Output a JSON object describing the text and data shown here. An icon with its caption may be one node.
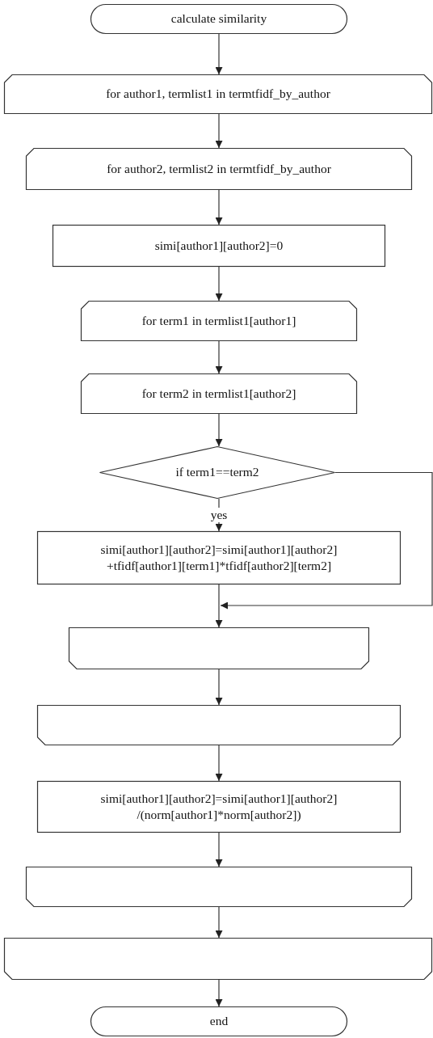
{
  "diagram": {
    "nodes": [
      {
        "text": [
          "calculate similarity"
        ]
      },
      {
        "text": [
          "for author1, termlist1 in termtfidf_by_author"
        ]
      },
      {
        "text": [
          "for author2, termlist2 in termtfidf_by_author"
        ]
      },
      {
        "text": [
          "simi[author1][author2]=0"
        ]
      },
      {
        "text": [
          "for term1 in termlist1[author1]"
        ]
      },
      {
        "text": [
          "for term2 in termlist1[author2]"
        ]
      },
      {
        "text": [
          "if term1==term2"
        ]
      },
      {
        "text": [
          "simi[author1][author2]=simi[author1][author2] +tfidf[author1][term1]*tfidf[author2][term2]"
        ]
      },
      {
        "text": [],
        "shape": "box"
      },
      {
        "text": [],
        "shape": "box"
      },
      {
        "text": [
          "simi[author1][author2]=simi[author1][author2] /(norm[author1]*norm[author2])"
        ]
      },
      {
        "text": [],
        "shape": "box"
      },
      {
        "text": [],
        "shape": "box"
      },
      {
        "text": [
          "end"
        ]
      }
    ],
    "edges": [
      {
        "from": 0,
        "to": 1,
        "arrow": "to"
      },
      {
        "from": 1,
        "to": 2,
        "arrow": "to"
      },
      {
        "from": 2,
        "to": 3,
        "arrow": "to"
      },
      {
        "from": 3,
        "to": 4,
        "arrow": "to"
      },
      {
        "from": 4,
        "to": 5,
        "arrow": "to"
      },
      {
        "from": 5,
        "to": 6,
        "arrow": "to"
      },
      {
        "from": 6,
        "to": 7,
        "arrow": "to",
        "label": "yes"
      },
      {
        "from": 7,
        "to": 8,
        "arrow": "to"
      },
      {
        "from": 6,
        "to": 8,
        "arrow": "to"
      },
      {
        "from": 8,
        "to": 9,
        "arrow": "to"
      },
      {
        "from": 9,
        "to": 10,
        "arrow": "to"
      },
      {
        "from": 10,
        "to": 11,
        "arrow": "to"
      },
      {
        "from": 11,
        "to": 12,
        "arrow": "to"
      },
      {
        "from": 12,
        "to": 13,
        "arrow": "to"
      }
    ]
  }
}
